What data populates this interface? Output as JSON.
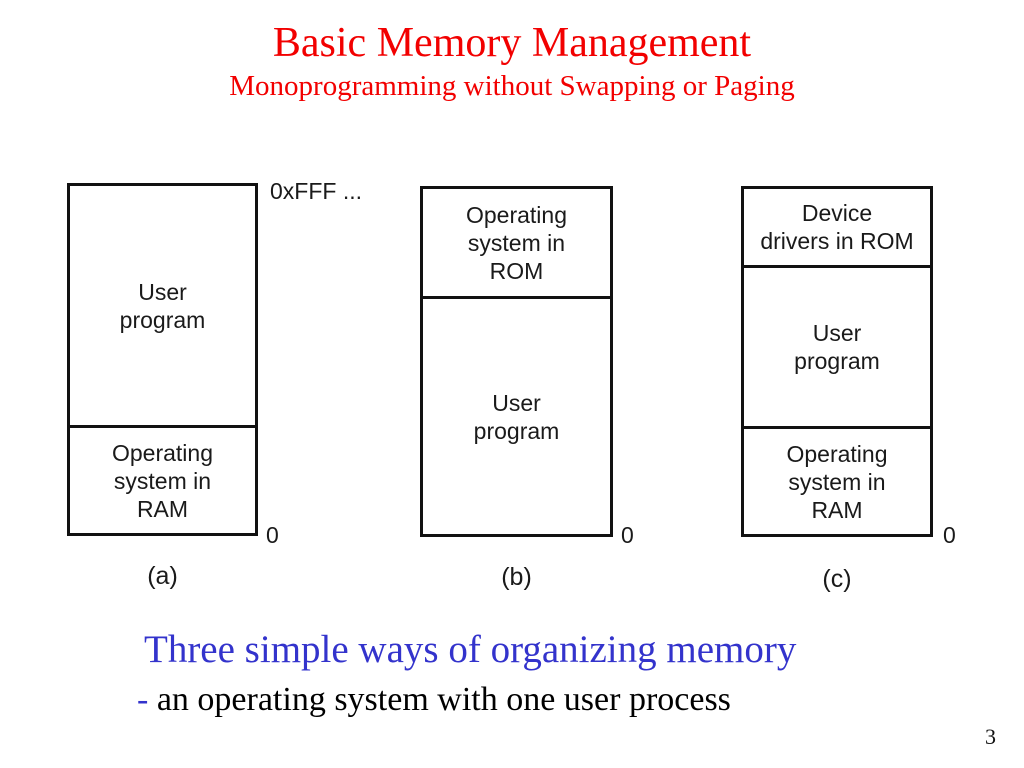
{
  "slide": {
    "title": "Basic Memory Management",
    "subtitle": "Monoprogramming without Swapping or Paging",
    "page_number": "3"
  },
  "caption": {
    "heading": "Three simple ways of organizing memory",
    "dash": "-",
    "body": "an operating system with one user process"
  },
  "colors": {
    "title_red": "#f20000",
    "heading_blue": "#3333cc",
    "diagram_line_black": "#111111"
  },
  "diagrams": [
    {
      "label": "(a)",
      "top_address": "0xFFF ...",
      "bottom_address": "0",
      "sections": [
        {
          "name": "user-program",
          "lines": [
            "User",
            "program"
          ]
        },
        {
          "name": "os-in-ram",
          "lines": [
            "Operating",
            "system in",
            "RAM"
          ]
        }
      ]
    },
    {
      "label": "(b)",
      "bottom_address": "0",
      "sections": [
        {
          "name": "os-in-rom",
          "lines": [
            "Operating",
            "system in",
            "ROM"
          ]
        },
        {
          "name": "user-program",
          "lines": [
            "User",
            "program"
          ]
        }
      ]
    },
    {
      "label": "(c)",
      "bottom_address": "0",
      "sections": [
        {
          "name": "device-drivers-in-rom",
          "lines": [
            "Device",
            "drivers in ROM"
          ]
        },
        {
          "name": "user-program",
          "lines": [
            "User",
            "program"
          ]
        },
        {
          "name": "os-in-ram",
          "lines": [
            "Operating",
            "system in",
            "RAM"
          ]
        }
      ]
    }
  ]
}
